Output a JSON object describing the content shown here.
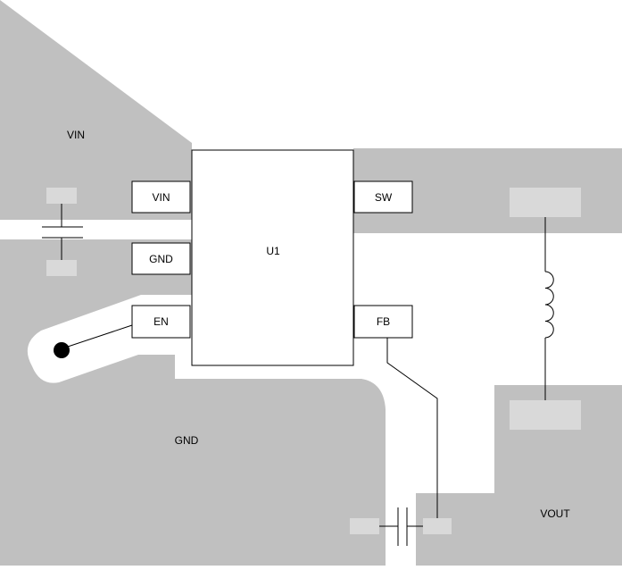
{
  "diagram": {
    "colors": {
      "copper": "#c0c0c0",
      "pad": "#d9d9d9",
      "chip": "#ffffff",
      "line": "#000000",
      "background": "#ffffff"
    },
    "zones": {
      "vin": "VIN",
      "gnd": "GND",
      "vout": "VOUT"
    },
    "chip": {
      "ref": "U1",
      "pins": {
        "vin": "VIN",
        "gnd": "GND",
        "en": "EN",
        "sw": "SW",
        "fb": "FB"
      }
    }
  }
}
